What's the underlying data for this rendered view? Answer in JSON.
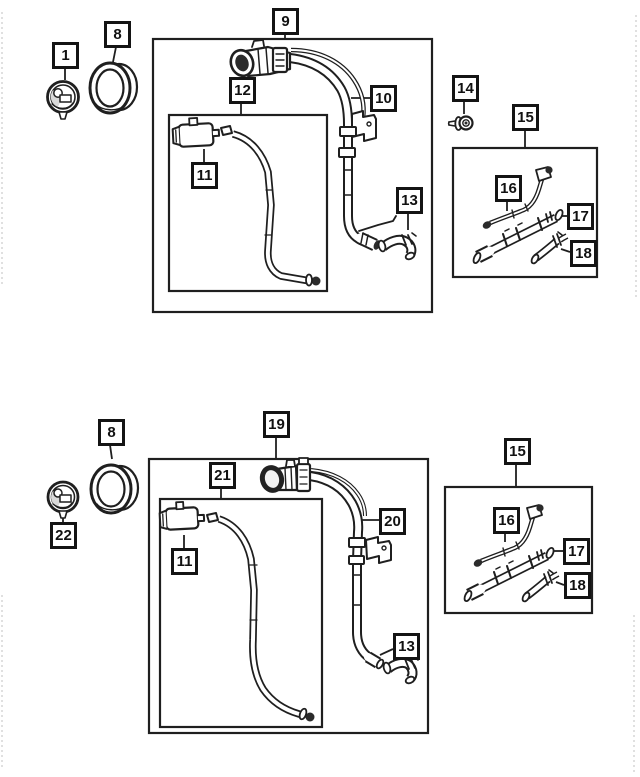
{
  "colors": {
    "background": "#ffffff",
    "line": "#1f1f1f",
    "dark_fill": "#2b2b2b",
    "callout_border": "#141414"
  },
  "callouts": [
    {
      "id": "callout-1",
      "label": "1"
    },
    {
      "id": "callout-8-top",
      "label": "8"
    },
    {
      "id": "callout-9",
      "label": "9"
    },
    {
      "id": "callout-12",
      "label": "12"
    },
    {
      "id": "callout-10",
      "label": "10"
    },
    {
      "id": "callout-11-top",
      "label": "11"
    },
    {
      "id": "callout-13-top",
      "label": "13"
    },
    {
      "id": "callout-14",
      "label": "14"
    },
    {
      "id": "callout-15-top",
      "label": "15"
    },
    {
      "id": "callout-16-top",
      "label": "16"
    },
    {
      "id": "callout-17-top",
      "label": "17"
    },
    {
      "id": "callout-18-top",
      "label": "18"
    },
    {
      "id": "callout-8-bottom",
      "label": "8"
    },
    {
      "id": "callout-22",
      "label": "22"
    },
    {
      "id": "callout-19",
      "label": "19"
    },
    {
      "id": "callout-21",
      "label": "21"
    },
    {
      "id": "callout-20",
      "label": "20"
    },
    {
      "id": "callout-11-bottom",
      "label": "11"
    },
    {
      "id": "callout-13-bottom",
      "label": "13"
    },
    {
      "id": "callout-15-bottom",
      "label": "15"
    },
    {
      "id": "callout-16-bottom",
      "label": "16"
    },
    {
      "id": "callout-17-bottom",
      "label": "17"
    },
    {
      "id": "callout-18-bottom",
      "label": "18"
    }
  ]
}
